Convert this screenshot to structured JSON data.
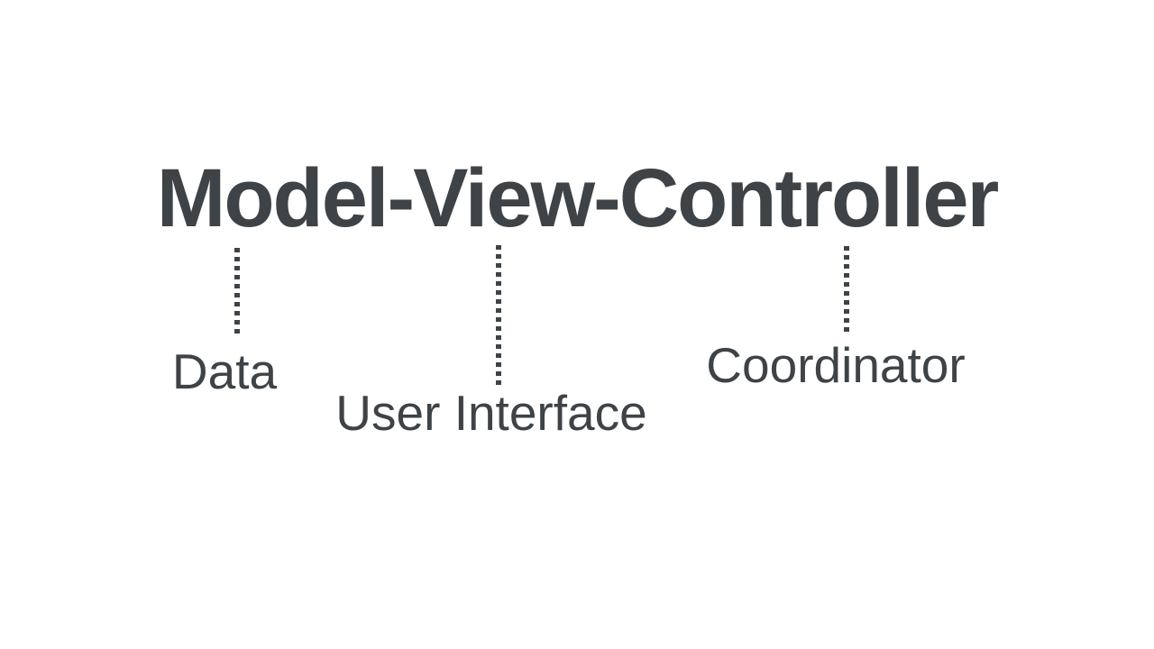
{
  "diagram": {
    "title": "Model-View-Controller",
    "annotations": [
      {
        "term": "Model",
        "label": "Data"
      },
      {
        "term": "View",
        "label": "User Interface"
      },
      {
        "term": "Controller",
        "label": "Coordinator"
      }
    ],
    "colors": {
      "text": "#3e4347",
      "background": "#ffffff"
    }
  }
}
